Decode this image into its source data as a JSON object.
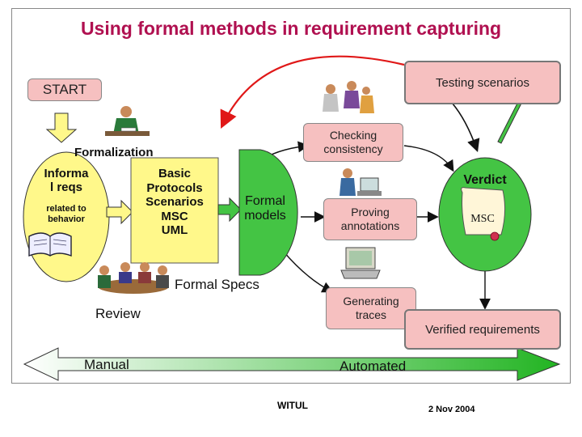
{
  "title": "Using formal methods in requirement capturing",
  "start": "START",
  "testing": "Testing scenarios",
  "formalization": "Formalization",
  "checking": [
    "Checking",
    "consistency"
  ],
  "informal": [
    "Informa",
    "l reqs"
  ],
  "related": [
    "related to",
    "behavior"
  ],
  "basic": [
    "Basic",
    "Protocols",
    "Scenarios",
    "MSC",
    "UML"
  ],
  "formal_models": [
    "Formal",
    "models"
  ],
  "proving": [
    "Proving",
    "annotations"
  ],
  "verdict": "Verdict",
  "msc_scroll": "MSC",
  "formal_specs": "Formal Specs",
  "generating": [
    "Generating",
    "traces"
  ],
  "review": "Review",
  "verified": "Verified requirements",
  "manual": "Manual",
  "automated": "Automated",
  "footer_left": "WITUL",
  "footer_right": "2 Nov 2004",
  "colors": {
    "title": "#b01050",
    "yellow": "#fff88a",
    "green": "#44c444",
    "pink_box": "#f8c8c8",
    "arrow_red": "#e01818"
  }
}
